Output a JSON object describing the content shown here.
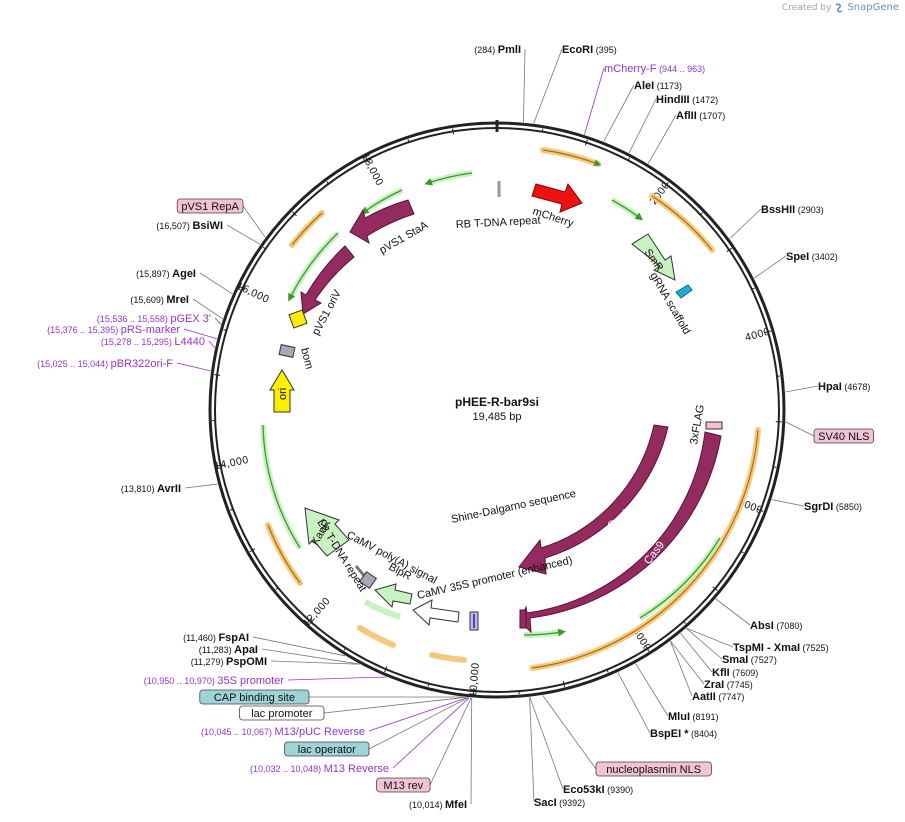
{
  "credit": {
    "prefix": "Created by",
    "brand": "SnapGene"
  },
  "plasmid": {
    "name": "pHEE-R-bar9si",
    "length_label": "19,485 bp",
    "length": 19485
  },
  "ticks": [
    {
      "pos": 2000,
      "label": "2000"
    },
    {
      "pos": 4000,
      "label": "4000"
    },
    {
      "pos": 6000,
      "label": "6000"
    },
    {
      "pos": 8000,
      "label": "8000"
    },
    {
      "pos": 10000,
      "label": "10,000"
    },
    {
      "pos": 12000,
      "label": "12,000"
    },
    {
      "pos": 14000,
      "label": "14,000"
    },
    {
      "pos": 16000,
      "label": "16,000"
    },
    {
      "pos": 18000,
      "label": "18,000"
    }
  ],
  "sites": [
    {
      "name": "PmlI",
      "pos_label": "(284)",
      "pos": 284
    },
    {
      "name": "EcoRI",
      "pos_label": "(395)",
      "pos": 395
    },
    {
      "name": "mCherry-F",
      "pos_label": "(944 .. 963)",
      "pos": 953,
      "kind": "primer"
    },
    {
      "name": "AleI",
      "pos_label": "(1173)",
      "pos": 1173
    },
    {
      "name": "HindIII",
      "pos_label": "(1472)",
      "pos": 1472
    },
    {
      "name": "AflII",
      "pos_label": "(1707)",
      "pos": 1707
    },
    {
      "name": "BssHII",
      "pos_label": "(2903)",
      "pos": 2903
    },
    {
      "name": "SpeI",
      "pos_label": "(3402)",
      "pos": 3402
    },
    {
      "name": "HpaI",
      "pos_label": "(4678)",
      "pos": 4678
    },
    {
      "name": "SV40 NLS",
      "pos": 5000,
      "kind": "feature-pink"
    },
    {
      "name": "SgrDI",
      "pos_label": "(5850)",
      "pos": 5850
    },
    {
      "name": "AbsI",
      "pos_label": "(7080)",
      "pos": 7080
    },
    {
      "name": "TspMI",
      "pos_label": "(7525)",
      "pos": 7525,
      "extra": "- XmaI",
      "extra_pos_label": "(7525)"
    },
    {
      "name": "SmaI",
      "pos_label": "(7527)",
      "pos": 7527
    },
    {
      "name": "KflI",
      "pos_label": "(7609)",
      "pos": 7609
    },
    {
      "name": "ZraI",
      "pos_label": "(7745)",
      "pos": 7745
    },
    {
      "name": "AatII",
      "pos_label": "(7747)",
      "pos": 7747
    },
    {
      "name": "MluI",
      "pos_label": "(8191)",
      "pos": 8191
    },
    {
      "name": "BspEI *",
      "pos_label": "(8404)",
      "pos": 8404
    },
    {
      "name": "nucleoplasmin NLS",
      "pos": 9250,
      "kind": "feature-pink"
    },
    {
      "name": "Eco53kI",
      "pos_label": "(9390)",
      "pos": 9390
    },
    {
      "name": "SacI",
      "pos_label": "(9392)",
      "pos": 9392
    },
    {
      "name": "MfeI",
      "pos_label": "(10,014)",
      "pos": 10014
    },
    {
      "name": "M13 rev",
      "pos": 10020,
      "kind": "feature-pink"
    },
    {
      "name": "M13 Reverse",
      "pos_label": "(10,032 .. 10,048)",
      "pos": 10040,
      "kind": "primer"
    },
    {
      "name": "lac operator",
      "pos": 10050,
      "kind": "feature-teal"
    },
    {
      "name": "M13/pUC Reverse",
      "pos_label": "(10,045 .. 10,067)",
      "pos": 10056,
      "kind": "primer"
    },
    {
      "name": "lac promoter",
      "pos": 10080,
      "kind": "feature-white"
    },
    {
      "name": "CAP binding site",
      "pos": 10110,
      "kind": "feature-teal"
    },
    {
      "name": "35S promoter",
      "pos_label": "(10,950 .. 10,970)",
      "pos": 10960,
      "kind": "primer"
    },
    {
      "name": "PspOMI",
      "pos_label": "(11,279)",
      "pos": 11279
    },
    {
      "name": "ApaI",
      "pos_label": "(11,283)",
      "pos": 11283
    },
    {
      "name": "FspAI",
      "pos_label": "(11,460)",
      "pos": 11460
    },
    {
      "name": "AvrII",
      "pos_label": "(13,810)",
      "pos": 13810
    },
    {
      "name": "pBR322ori-F",
      "pos_label": "(15,025 .. 15,044)",
      "pos": 15035,
      "kind": "primer"
    },
    {
      "name": "L4440",
      "pos_label": "(15,278 .. 15,295)",
      "pos": 15286,
      "kind": "primer"
    },
    {
      "name": "pRS-marker",
      "pos_label": "(15,376 .. 15,395)",
      "pos": 15386,
      "kind": "primer"
    },
    {
      "name": "pGEX 3'",
      "pos_label": "(15,536 .. 15,558)",
      "pos": 15547,
      "kind": "primer"
    },
    {
      "name": "MreI",
      "pos_label": "(15,609)",
      "pos": 15609
    },
    {
      "name": "AgeI",
      "pos_label": "(15,897)",
      "pos": 15897
    },
    {
      "name": "BsiWI",
      "pos_label": "(16,507)",
      "pos": 16507
    },
    {
      "name": "pVS1 RepA",
      "pos": 16600,
      "kind": "feature-pink"
    }
  ],
  "features": {
    "mCherry": "mCherry",
    "rb_tdna": "RB T-DNA repeat",
    "smr": "SmR",
    "grna": "gRNA scaffold",
    "flag": "3xFLAG",
    "cas9_inner": "Cas9",
    "cas9_outer": "Cas9",
    "shine": "Shine-Dalgarno sequence",
    "camv35s": "CaMV 35S promoter (enhanced)",
    "camv_polya": "CaMV poly(A) signal",
    "blpr": "BlpR",
    "lb_tdna": "LB T-DNA repeat",
    "kanr": "KanR",
    "ori": "ori",
    "bom": "bom",
    "pvs1_oriv": "pVS1 oriV",
    "pvs1_staa": "pVS1 StaA"
  },
  "colors": {
    "cas9": "#932b5f",
    "mcherry": "#ee1111",
    "green_arrow": "#c8f2c0",
    "orange_arc": "#f4c774",
    "primer": "#9933cc",
    "pink_box": "#f2c2d6",
    "teal_box": "#9fd3d8",
    "ori": "#ffee00"
  }
}
